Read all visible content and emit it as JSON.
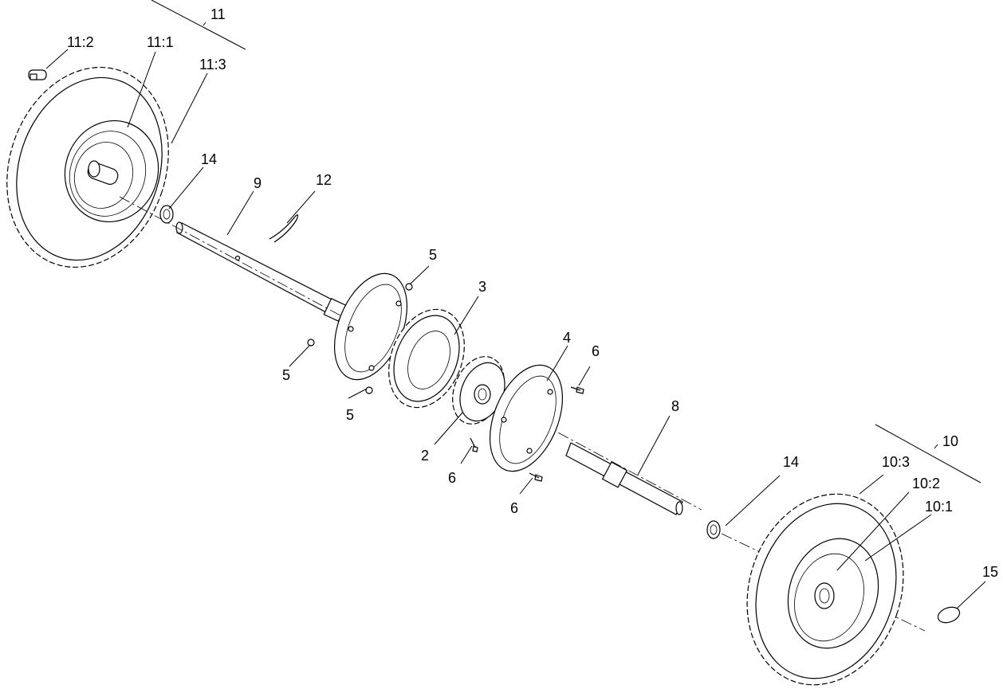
{
  "labels": {
    "l11": "11",
    "l11_2": "11:2",
    "l11_1": "11:1",
    "l11_3": "11:3",
    "l14a": "14",
    "l9": "9",
    "l12": "12",
    "l5a": "5",
    "l3": "3",
    "l5b": "5",
    "l5c": "5",
    "l4": "4",
    "l6a": "6",
    "l2": "2",
    "l6b": "6",
    "l6c": "6",
    "l8": "8",
    "l10": "10",
    "l14b": "14",
    "l10_3": "10:3",
    "l10_2": "10:2",
    "l10_1": "10:1",
    "l15": "15"
  }
}
